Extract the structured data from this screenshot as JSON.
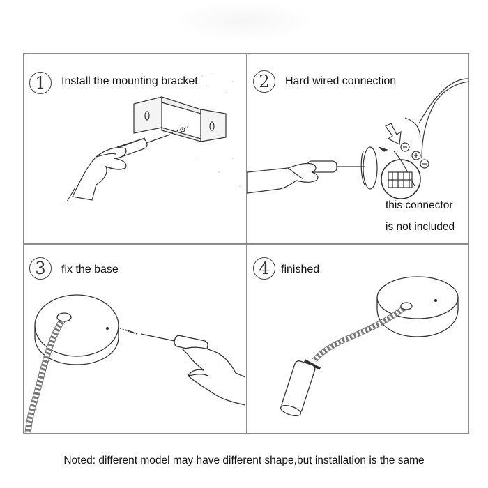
{
  "steps": [
    {
      "number": "1",
      "title": "Install the mounting bracket"
    },
    {
      "number": "2",
      "title": "Hard wired connection"
    },
    {
      "number": "3",
      "title": "fix the base"
    },
    {
      "number": "4",
      "title": "finished"
    }
  ],
  "connector_note": {
    "line1": "this connector",
    "line2": "is not included"
  },
  "footer_note": "Noted: different model may have different shape,but installation is the same"
}
